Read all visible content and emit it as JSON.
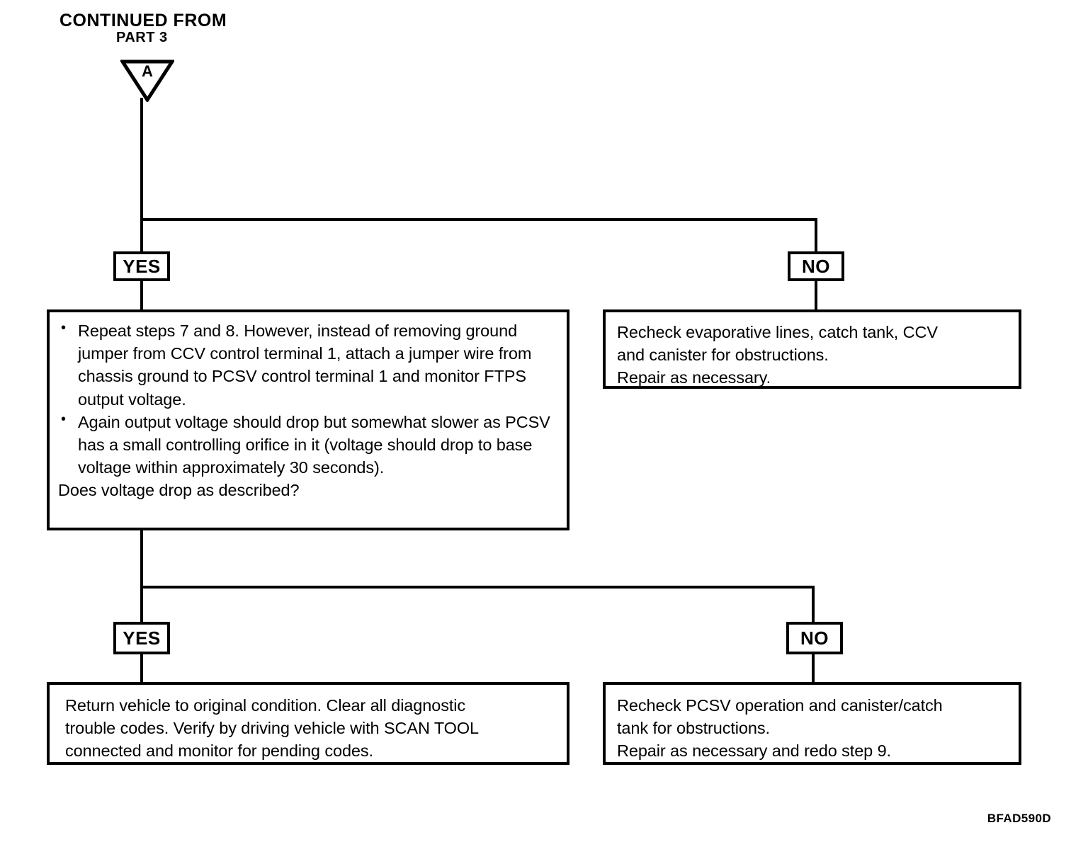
{
  "header": {
    "line1": "CONTINUED FROM",
    "line2": "PART 3"
  },
  "connector": {
    "label": "A",
    "shape": "triangle-down-connector"
  },
  "branches": {
    "first": {
      "yes_label": "YES",
      "no_label": "NO"
    },
    "second": {
      "yes_label": "YES",
      "no_label": "NO"
    }
  },
  "boxes": {
    "step_instruction": {
      "bullets": [
        "Repeat steps 7 and 8. However, instead of removing ground jumper from CCV control terminal 1, attach a jumper wire from chassis ground to PCSV control terminal 1 and monitor FTPS output voltage.",
        "Again output voltage should drop but somewhat slower as PCSV has a small controlling orifice in it (voltage should drop to base voltage within approximately 30 seconds)."
      ],
      "question": "Does voltage drop as described?"
    },
    "recheck_evap": {
      "line1": "Recheck evaporative lines, catch tank, CCV",
      "line2": "and canister for obstructions.",
      "line3": "Repair as necessary."
    },
    "return_vehicle": {
      "line1": "Return vehicle to original condition. Clear all diagnostic",
      "line2": "trouble codes. Verify by driving vehicle with SCAN TOOL",
      "line3": "connected and monitor for pending codes."
    },
    "recheck_pcsv": {
      "line1": "Recheck PCSV operation and canister/catch",
      "line2": "tank for obstructions.",
      "line3": "Repair as necessary and redo step 9."
    }
  },
  "footer": {
    "reference_code": "BFAD590D"
  }
}
